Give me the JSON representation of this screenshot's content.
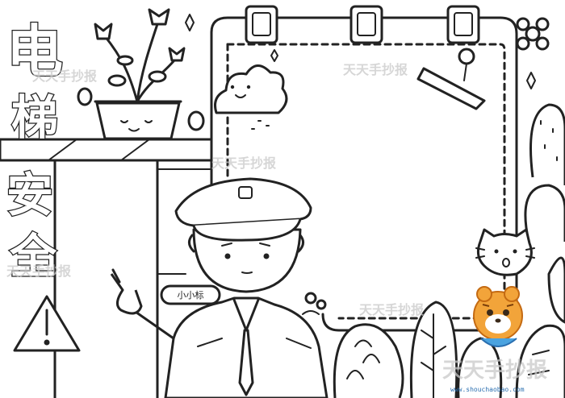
{
  "title": {
    "glyphs": [
      "电",
      "梯",
      "安",
      "全"
    ]
  },
  "badge": {
    "text": "小小标"
  },
  "watermarks": [
    "天天手抄报",
    "天天手抄报",
    "天天手抄报",
    "天天手抄报",
    "天天手抄报"
  ],
  "logo": {
    "site": "www.shouchaobao.com"
  }
}
